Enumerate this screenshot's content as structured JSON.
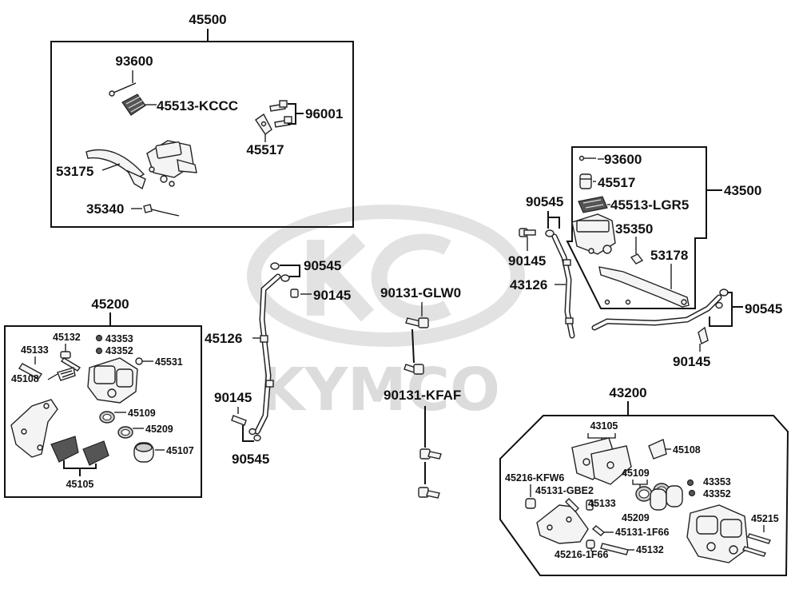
{
  "watermark": {
    "text": "KYMCO",
    "color": "#d9d9d9"
  },
  "groups": {
    "g45500": "45500",
    "g45200": "45200",
    "g43500": "43500",
    "g43200": "43200"
  },
  "labels": {
    "p93600_a": "93600",
    "p45513_kccc": "45513-KCCC",
    "p96001": "96001",
    "p45517_a": "45517",
    "p53175": "53175",
    "p35340": "35340",
    "p45132_a": "45132",
    "p43353_a": "43353",
    "p45133_a": "45133",
    "p43352_a": "43352",
    "p45531": "45531",
    "p45108_a": "45108",
    "p45109_a": "45109",
    "p45209_a": "45209",
    "p45107": "45107",
    "p45105": "45105",
    "p90545_a": "90545",
    "p90145_a": "90145",
    "p45126": "45126",
    "p90145_b": "90145",
    "p90545_b": "90545",
    "p90131_glw0": "90131-GLW0",
    "p90131_kfaf": "90131-KFAF",
    "p93600_b": "93600",
    "p45517_b": "45517",
    "p45513_lgr5": "45513-LGR5",
    "p35350": "35350",
    "p53178": "53178",
    "p90545_c": "90545",
    "p90145_c": "90145",
    "p43126": "43126",
    "p90545_d": "90545",
    "p90145_d": "90145",
    "p43105": "43105",
    "p45108_b": "45108",
    "p45216_kfw6": "45216-KFW6",
    "p45131_gbe2": "45131-GBE2",
    "p45109_b": "45109",
    "p45133_b": "45133",
    "p45209_b": "45209",
    "p43353_b": "43353",
    "p43352_b": "43352",
    "p45131_1f66": "45131-1F66",
    "p45215": "45215",
    "p45216_1f66": "45216-1F66",
    "p45132_b": "45132"
  }
}
